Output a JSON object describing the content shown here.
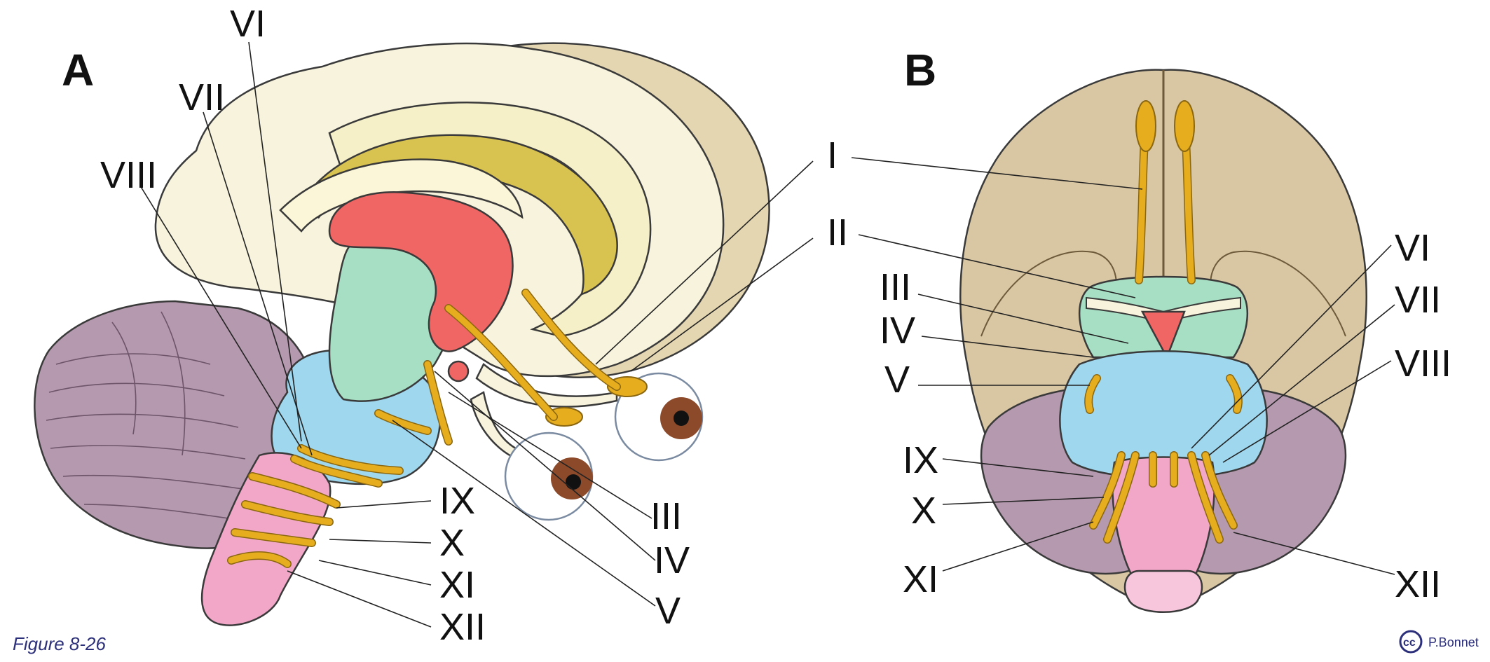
{
  "panels": {
    "a": "A",
    "b": "B"
  },
  "labels_a": {
    "vi": "VI",
    "vii": "VII",
    "viii": "VIII",
    "i": "I",
    "ii": "II",
    "iii": "III",
    "iv": "IV",
    "v": "V",
    "ix": "IX",
    "x": "X",
    "xi": "XI",
    "xii": "XII"
  },
  "labels_b": {
    "iii": "III",
    "iv": "IV",
    "v": "V",
    "ix": "IX",
    "x": "X",
    "xi": "XI",
    "vi": "VI",
    "vii": "VII",
    "viii": "VIII",
    "xii": "XII"
  },
  "caption": "Figure 8-26",
  "credit": {
    "badge": "cc",
    "author": "P.Bonnet"
  },
  "colors": {
    "cerebrum": "#f7f3dc",
    "cerebrum_edge": "#e4d6b1",
    "cerebellum": "#b599ae",
    "thalamus": "#f06664",
    "diencephalon": "#a7dfc4",
    "pons": "#9ed7ee",
    "medulla": "#f2a7c8",
    "nerve": "#e6ad1e",
    "cortex_ventral": "#d9c7a3",
    "iris": "#8c4a2a"
  },
  "icons": [
    "creative-commons-icon"
  ]
}
